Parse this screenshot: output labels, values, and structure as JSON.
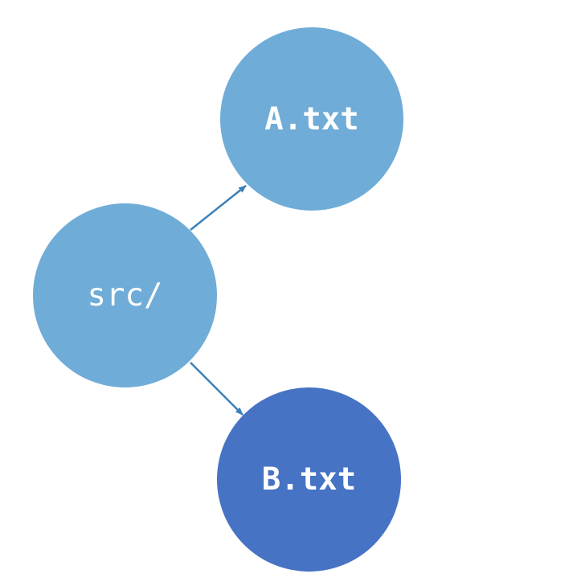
{
  "nodes": {
    "src": {
      "label": "src/",
      "color": "#70acd8"
    },
    "a": {
      "label": "A.txt",
      "color": "#70acd8"
    },
    "b": {
      "label": "B.txt",
      "color": "#4673c3"
    }
  },
  "edges": [
    {
      "from": "src/",
      "to": "A.txt"
    },
    {
      "from": "src/",
      "to": "B.txt"
    }
  ],
  "colors": {
    "edge": "#3b80b9",
    "label": "#ffffff"
  }
}
